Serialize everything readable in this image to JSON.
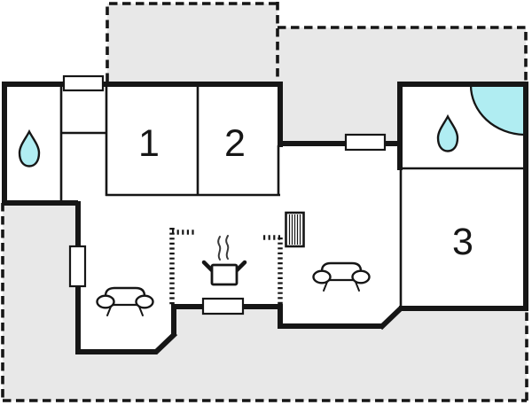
{
  "rooms": [
    {
      "label": "1"
    },
    {
      "label": "2"
    },
    {
      "label": "3"
    }
  ],
  "colors": {
    "background": "#ffffff",
    "wall": "#161616",
    "patio_fill": "#e8e8e8",
    "water_fill": "#b0edf2"
  },
  "icons": {
    "bathroom_left": "water-drop-icon",
    "bathroom_right": "water-drop-icon",
    "shower": "corner-shower-icon",
    "living_sofa": "sofa-icon",
    "dining_sofa": "sofa-icon",
    "kitchen_stove": "cooking-pot-icon",
    "kitchen_steam": "steam-icon",
    "heater": "radiator-icon",
    "windows": "window-icon"
  }
}
